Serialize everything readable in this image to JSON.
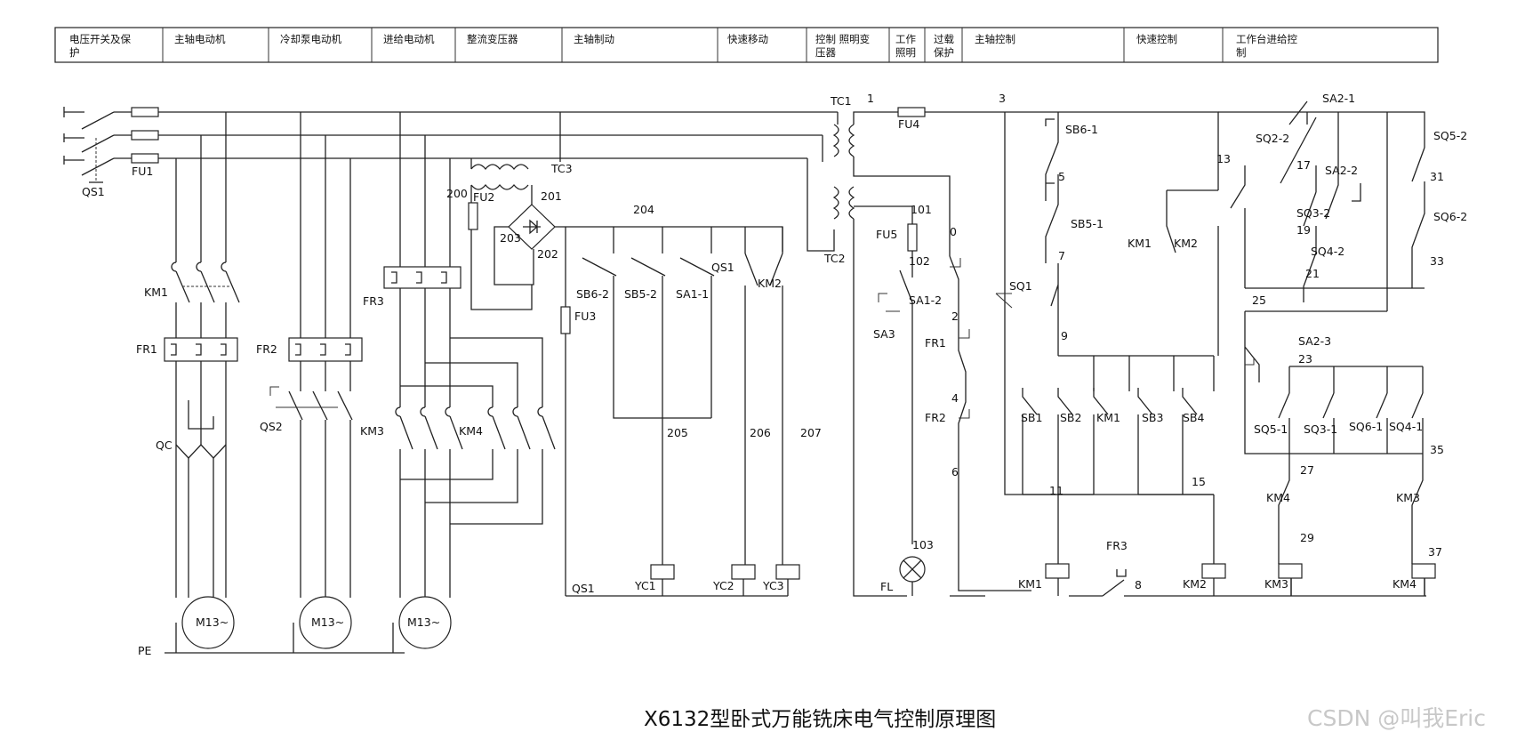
{
  "header": {
    "sections": [
      "电压开关及保护",
      "主轴电动机",
      "冷却泵电动机",
      "进给电动机",
      "整流变压器",
      "主轴制动",
      "快速移动",
      "控制 照明变压器",
      "工作照明",
      "过载保护",
      "主轴控制",
      "快速控制",
      "工作台进给控制"
    ]
  },
  "title": "X6132型卧式万能铣床电气控制原理图",
  "watermark": "CSDN @叫我Eric",
  "labels": {
    "QS1": "QS1",
    "FU1": "FU1",
    "KM1": "KM1",
    "FR1": "FR1",
    "QC": "QC",
    "PE": "PE",
    "M1": "M13~",
    "M2": "M13~",
    "M3": "M13~",
    "FR2": "FR2",
    "QS2": "QS2",
    "FR3": "FR3",
    "KM3": "KM3",
    "KM4": "KM4",
    "TC3": "TC3",
    "FU2": "FU2",
    "w200": "200",
    "w201": "201",
    "w202": "202",
    "w203": "203",
    "w204": "204",
    "FU3": "FU3",
    "SB6_2": "SB6-2",
    "SB5_2": "SB5-2",
    "SA1_1": "SA1-1",
    "QS1b": "QS1",
    "KM2b": "KM2",
    "w205": "205",
    "w206": "206",
    "w207": "207",
    "YC1": "YC1",
    "YC2": "YC2",
    "YC3": "YC3",
    "QS1c": "QS1",
    "TC1": "TC1",
    "TC2": "TC2",
    "w1": "1",
    "FU4": "FU4",
    "w3": "3",
    "w101": "101",
    "FU5": "FU5",
    "w102": "102",
    "SA3": "SA3",
    "w103": "103",
    "FL": "FL",
    "w0": "0",
    "SA1_2": "SA1-2",
    "w2": "2",
    "FR1c": "FR1",
    "w4": "4",
    "FR2c": "FR2",
    "w6": "6",
    "SB6_1": "SB6-1",
    "w5": "5",
    "SB5_1": "SB5-1",
    "w7": "7",
    "SQ1": "SQ1",
    "w9": "9",
    "SB1": "SB1",
    "SB2": "SB2",
    "KM1c": "KM1",
    "SB3": "SB3",
    "SB4": "SB4",
    "w11": "11",
    "w15": "15",
    "KM1coil": "KM1",
    "FR3c": "FR3",
    "w8": "8",
    "KM2coil": "KM2",
    "KM1k": "KM1",
    "KM2k": "KM2",
    "w13": "13",
    "SA2_1": "SA2-1",
    "SQ2_2": "SQ2-2",
    "w17": "17",
    "SA2_2": "SA2-2",
    "SQ5_2": "SQ5-2",
    "w31": "31",
    "SQ3_2": "SQ3-2",
    "w19": "19",
    "SQ6_2": "SQ6-2",
    "SQ4_2": "SQ4-2",
    "w21": "21",
    "w33": "33",
    "w25": "25",
    "SA2_3": "SA2-3",
    "w23": "23",
    "SQ5_1": "SQ5-1",
    "SQ3_1": "SQ3-1",
    "SQ6_1": "SQ6-1",
    "SQ4_1": "SQ4-1",
    "w35": "35",
    "w27": "27",
    "KM4c": "KM4",
    "KM3c": "KM3",
    "w29": "29",
    "w37": "37",
    "KM3coil": "KM3",
    "KM4coil": "KM4"
  }
}
